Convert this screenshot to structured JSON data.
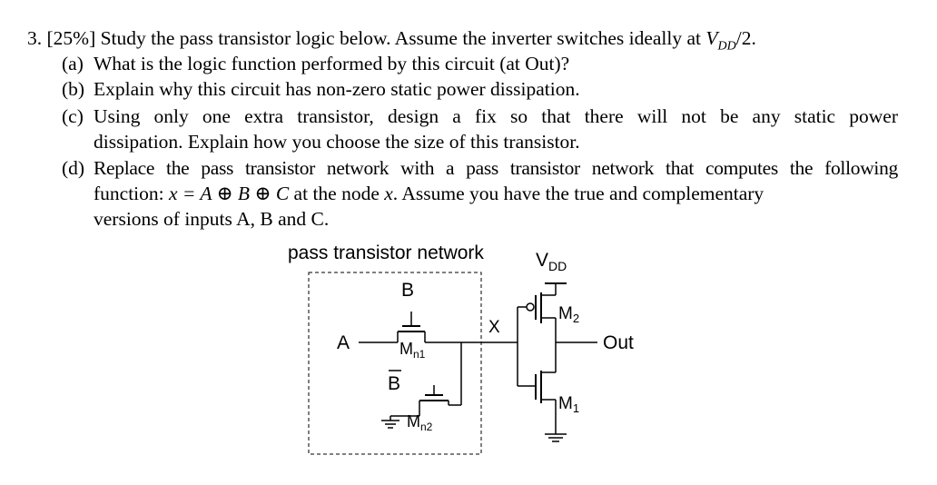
{
  "question": {
    "number": "3.",
    "header_pre": "[25%] Study the pass transistor logic below. Assume the inverter switches ideally at ",
    "vdd_main": "V",
    "vdd_sub": "DD",
    "header_post": "/2.",
    "parts": [
      {
        "label": "(a)",
        "text": "What is the logic function performed by this circuit (at Out)?"
      },
      {
        "label": "(b)",
        "text": "Explain why this circuit has non-zero static power dissipation."
      },
      {
        "label": "(c)",
        "lines": [
          "Using only one extra transistor, design a fix so that there will not be any static power",
          "dissipation. Explain how you choose the size of this transistor."
        ]
      },
      {
        "label": "(d)",
        "line1": "Replace the pass transistor network with a pass transistor network that computes the following",
        "line2_pre": "function: ",
        "line2_math": "x = A ⊕ B ⊕ C",
        "line2_mid": " at the node ",
        "line2_var": "x",
        "line2_post": ". Assume you have the true and complementary",
        "line3": "versions of inputs A, B and C."
      }
    ]
  },
  "diagram": {
    "network_label": "pass transistor network",
    "vdd": "V",
    "vdd_sub": "DD",
    "input_a": "A",
    "input_b": "B",
    "input_bbar": "B",
    "node_x": "X",
    "m2": "M",
    "m2_sub": "2",
    "m1": "M",
    "m1_sub": "1",
    "mn1": "M",
    "mn1_sub": "n1",
    "mn2": "M",
    "mn2_sub": "n2",
    "out": "Out"
  }
}
